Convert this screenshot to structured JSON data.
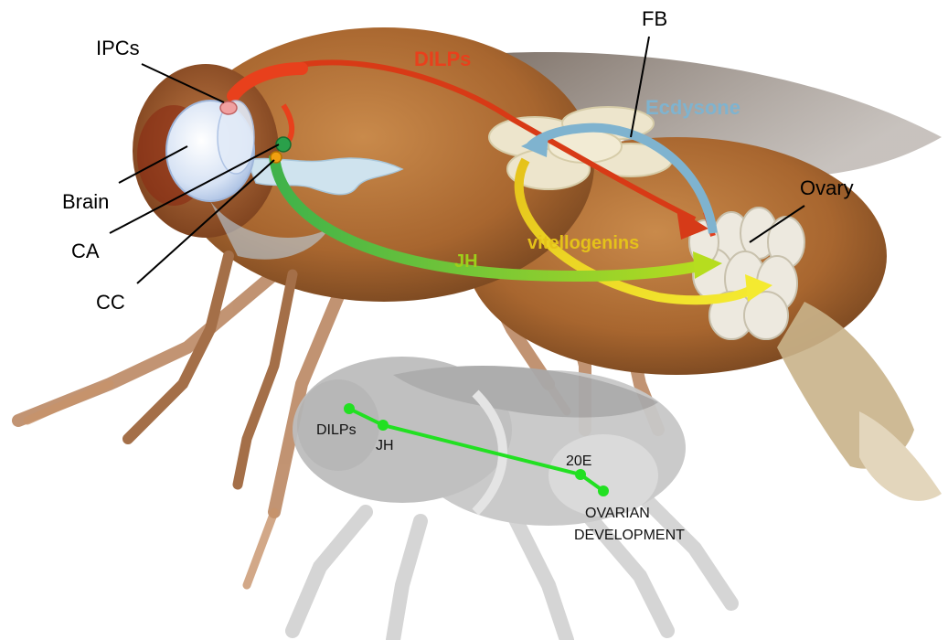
{
  "labels": {
    "ipcs": "IPCs",
    "brain": "Brain",
    "ca": "CA",
    "cc": "CC",
    "fb": "FB",
    "ovary": "Ovary"
  },
  "signals": {
    "dilps": "DILPs",
    "ecdysone": "Ecdysone",
    "jh": "JH",
    "vitellogenins": "vitellogenins"
  },
  "pathway": {
    "nodes": [
      "DILPs",
      "JH",
      "20E",
      "OVARIAN",
      "DEVELOPMENT"
    ]
  },
  "colors": {
    "dilps": "#e8401c",
    "ecdysone": "#7fb3cf",
    "jh": "#9ecf1a",
    "vitellogenins": "#e5c21a",
    "pathway": "#22e022"
  }
}
